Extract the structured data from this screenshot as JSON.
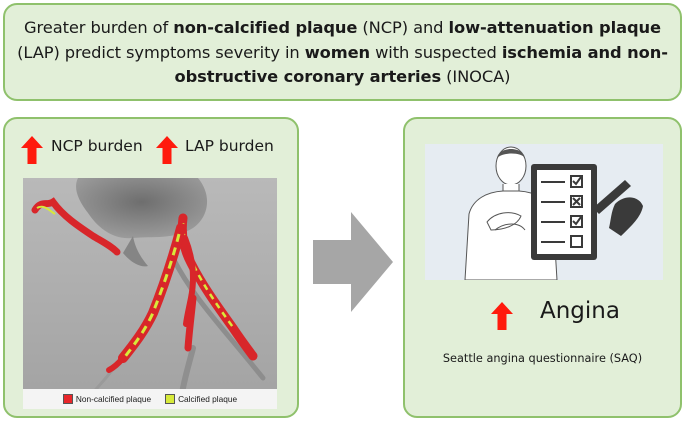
{
  "title": {
    "segments": [
      {
        "text": "Greater burden of ",
        "bold": false
      },
      {
        "text": "non-calcified plaque",
        "bold": true
      },
      {
        "text": " (NCP) and ",
        "bold": false
      },
      {
        "text": "low-attenuation plaque",
        "bold": true
      },
      {
        "text": " (LAP) predict symptoms severity in ",
        "bold": false
      },
      {
        "text": "women",
        "bold": true
      },
      {
        "text": " with suspected ",
        "bold": false
      },
      {
        "text": "ischemia and non-obstructive coronary arteries",
        "bold": true
      },
      {
        "text": " (INOCA)",
        "bold": false
      }
    ]
  },
  "left_panel": {
    "metric_ncp": "NCP burden",
    "metric_lap": "LAP burden",
    "legend": {
      "non_calcified": "Non-calcified plaque",
      "calcified": "Calcified plaque"
    }
  },
  "right_panel": {
    "outcome": "Angina",
    "questionnaire": "Seattle angina questionnaire (SAQ)"
  },
  "colors": {
    "panel_fill": "#e2efd8",
    "panel_border": "#8fc16c",
    "arrow_red": "#ff1a0d",
    "flow_arrow": "#a6a6a6",
    "non_calcified": "#e8262a",
    "calcified": "#d7ea3a"
  }
}
